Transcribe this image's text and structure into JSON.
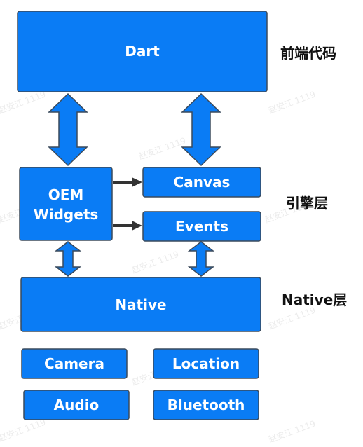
{
  "layers": {
    "frontend": "前端代码",
    "engine": "引擎层",
    "native": "Native层"
  },
  "boxes": {
    "dart": "Dart",
    "oem_line1": "OEM",
    "oem_line2": "Widgets",
    "canvas": "Canvas",
    "events": "Events",
    "native": "Native",
    "camera": "Camera",
    "location": "Location",
    "audio": "Audio",
    "bluetooth": "Bluetooth"
  },
  "watermark": "赵安江 1119",
  "colors": {
    "box_fill": "#0a7cf5",
    "box_stroke": "#3a4a5c",
    "connector": "#333333"
  }
}
